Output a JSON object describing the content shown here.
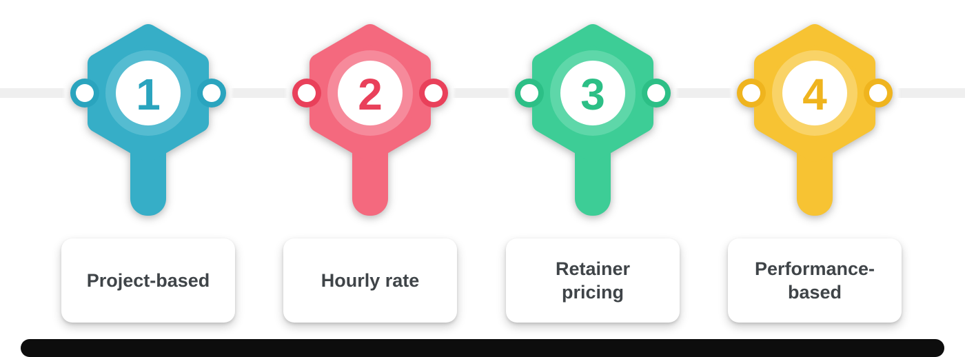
{
  "canvas": {
    "background": "#ffffff",
    "timeline_color": "#efefef",
    "bottom_bar_color": "#0d0d0d",
    "card_background": "#ffffff",
    "label_text_color": "#3f4448"
  },
  "steps": [
    {
      "number": "1",
      "label": "Project-based",
      "color_main": "#36aec7",
      "color_light": "#55bcd1",
      "color_dark": "#2aa4be"
    },
    {
      "number": "2",
      "label": "Hourly rate",
      "color_main": "#f4697e",
      "color_light": "#f68a9b",
      "color_dark": "#e9405a"
    },
    {
      "number": "3",
      "label": "Retainer\npricing",
      "color_main": "#3dcd96",
      "color_light": "#5ed7a9",
      "color_dark": "#2cbf86"
    },
    {
      "number": "4",
      "label": "Performance-\nbased",
      "color_main": "#f7c333",
      "color_light": "#f9d367",
      "color_dark": "#efb41e"
    }
  ]
}
